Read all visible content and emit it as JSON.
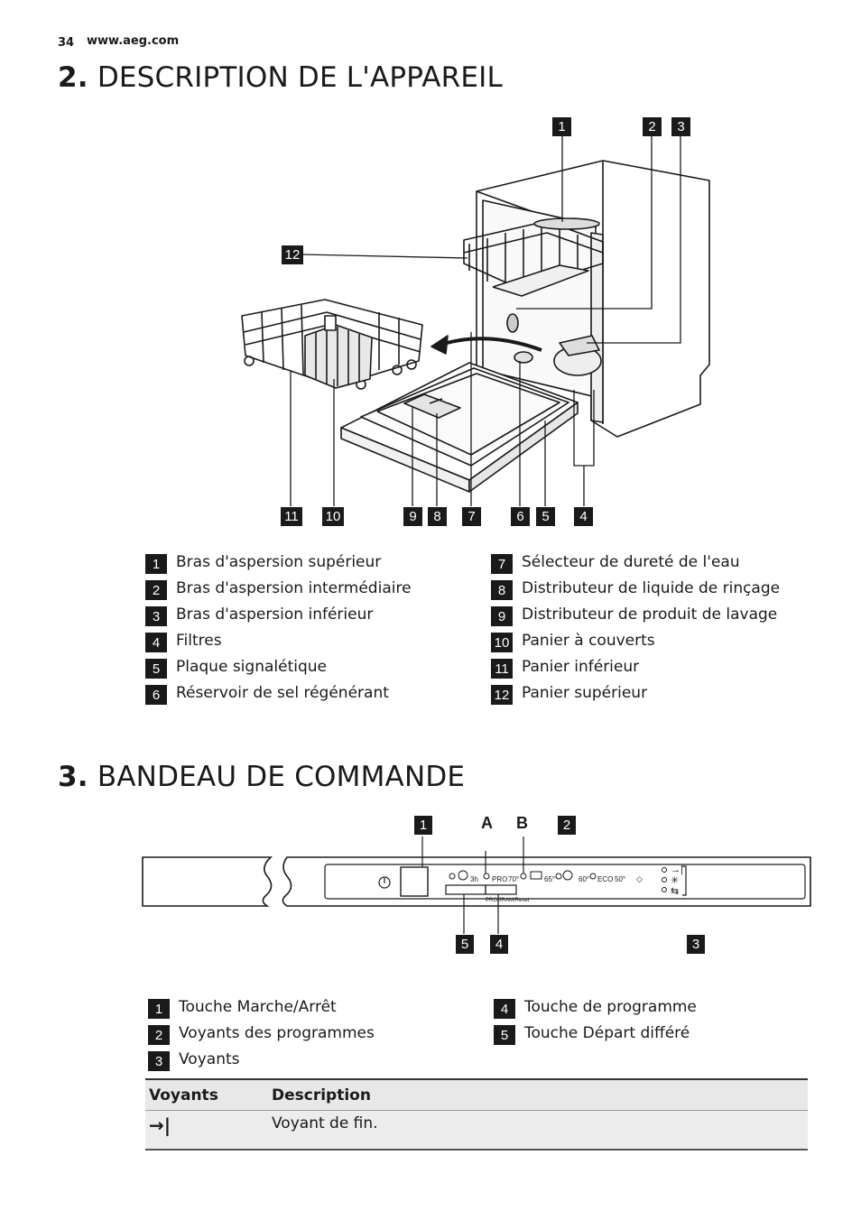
{
  "header": {
    "page_number": "34",
    "url": "www.aeg.com"
  },
  "section2": {
    "number": "2.",
    "title": "DESCRIPTION DE L'APPAREIL"
  },
  "section3": {
    "number": "3.",
    "title": "BANDEAU DE COMMANDE"
  },
  "fig1_callouts": {
    "c1": "1",
    "c2": "2",
    "c3": "3",
    "c4": "4",
    "c5": "5",
    "c6": "6",
    "c7": "7",
    "c8": "8",
    "c9": "9",
    "c10": "10",
    "c11": "11",
    "c12": "12"
  },
  "legend1": [
    {
      "num": "1",
      "label": "Bras d'aspersion supérieur"
    },
    {
      "num": "2",
      "label": "Bras d'aspersion intermédiaire"
    },
    {
      "num": "3",
      "label": "Bras d'aspersion inférieur"
    },
    {
      "num": "4",
      "label": "Filtres"
    },
    {
      "num": "5",
      "label": "Plaque signalétique"
    },
    {
      "num": "6",
      "label": "Réservoir de sel régénérant"
    },
    {
      "num": "7",
      "label": "Sélecteur de dureté de l'eau"
    },
    {
      "num": "8",
      "label": "Distributeur de liquide de rinçage"
    },
    {
      "num": "9",
      "label": "Distributeur de produit de lavage"
    },
    {
      "num": "10",
      "label": "Panier à couverts"
    },
    {
      "num": "11",
      "label": "Panier inférieur"
    },
    {
      "num": "12",
      "label": "Panier supérieur"
    }
  ],
  "panel": {
    "callouts": {
      "c1": "1",
      "c2": "2",
      "c3": "3",
      "c4": "4",
      "c5": "5",
      "a": "A",
      "b": "B"
    },
    "labels": {
      "delay": "3h",
      "pro": "PRO",
      "t70": "70°",
      "t65": "65°",
      "t60": "60°",
      "eco": "ECO",
      "t50": "50°",
      "program_reset": "PROGRAM/Reset"
    }
  },
  "legend2": [
    {
      "num": "1",
      "label": "Touche Marche/Arrêt"
    },
    {
      "num": "2",
      "label": "Voyants des programmes"
    },
    {
      "num": "3",
      "label": "Voyants"
    },
    {
      "num": "4",
      "label": "Touche de programme"
    },
    {
      "num": "5",
      "label": "Touche Départ différé"
    }
  ],
  "voyants_table": {
    "headers": [
      "Voyants",
      "Description"
    ],
    "rows": [
      {
        "symbol": "→|",
        "description": "Voyant de fin."
      }
    ]
  }
}
